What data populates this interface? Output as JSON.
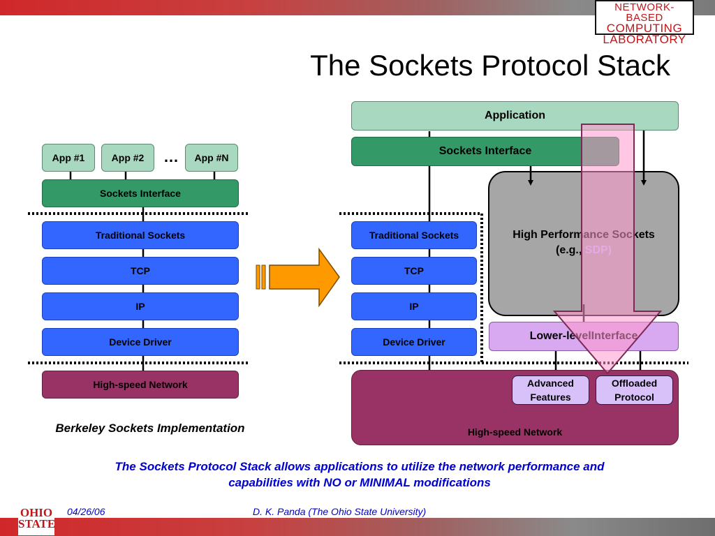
{
  "header": {
    "lab_logo_lines": [
      "NETWORK-BASED",
      "COMPUTING",
      "LABORATORY"
    ],
    "title": "The Sockets Protocol Stack"
  },
  "left_stack": {
    "apps": [
      "App #1",
      "App #2",
      "App #N"
    ],
    "ellipsis": "…",
    "sockets_interface": "Sockets Interface",
    "layers": [
      "Traditional Sockets",
      "TCP",
      "IP",
      "Device Driver"
    ],
    "network": "High-speed Network",
    "caption": "Berkeley Sockets Implementation"
  },
  "right_stack": {
    "application": "Application",
    "sockets_interface": "Sockets Interface",
    "layers": [
      "Traditional Sockets",
      "TCP",
      "IP",
      "Device Driver"
    ],
    "hps_line1": "High Performance Sockets",
    "hps_line2_prefix": "(e.g., ",
    "hps_line2_highlight": "SDP)",
    "lower_level_prefix": "Lower-level ",
    "lower_level_highlight": "Interface",
    "advanced_features": [
      "Advanced",
      "Features"
    ],
    "offloaded_protocol": [
      "Offloaded",
      "Protocol"
    ],
    "network": "High-speed Network"
  },
  "bottom_caption_lines": [
    "The Sockets Protocol Stack allows applications to utilize the network performance and",
    "capabilities with NO or MINIMAL modifications"
  ],
  "footer": {
    "date": "04/26/06",
    "author": "D. K. Panda (The Ohio State University)",
    "university_logo_lines": [
      "OHIO",
      "STATE"
    ]
  },
  "colors": {
    "app": "#a8d8c0",
    "sockets": "#339966",
    "blue_layer": "#3366ff",
    "network": "#993366",
    "hps": "#a6a6a6",
    "lower_level": "#d8a8f0",
    "pink_arrow": "#ff99cc",
    "orange_arrow": "#ff9900"
  }
}
